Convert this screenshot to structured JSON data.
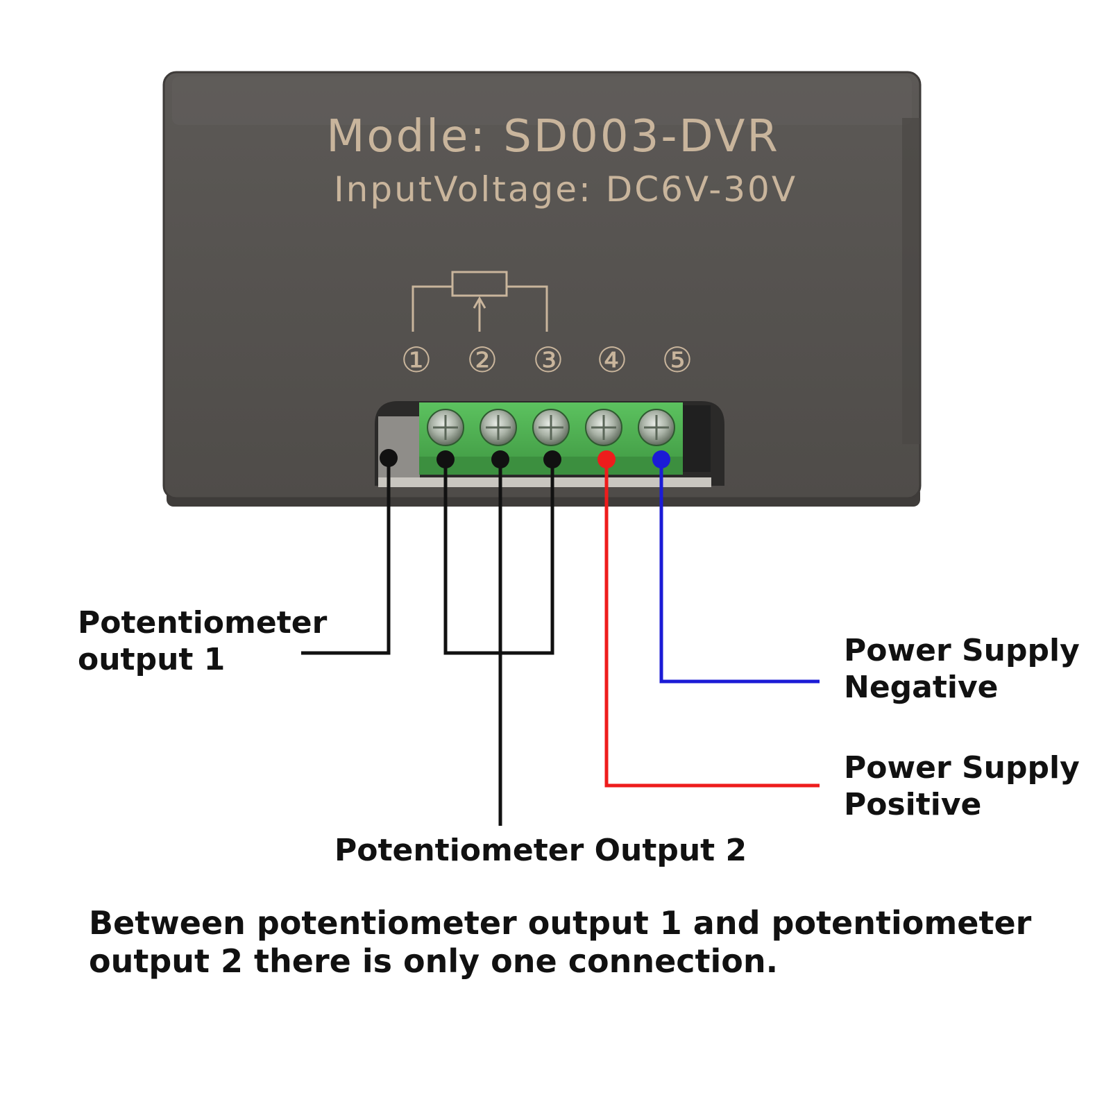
{
  "device": {
    "model_line": "Modle: SD003-DVR",
    "voltage_line": "InputVoltage: DC6V-30V",
    "terminal_numbers": [
      "①",
      "②",
      "③",
      "④",
      "⑤"
    ]
  },
  "labels": {
    "pot_output_1_line1": "Potentiometer",
    "pot_output_1_line2": "output 1",
    "pot_output_2": "Potentiometer Output 2",
    "psu_negative_line1": "Power Supply",
    "psu_negative_line2": "Negative",
    "psu_positive_line1": "Power Supply",
    "psu_positive_line2": "Positive"
  },
  "note": {
    "line1": "Between potentiometer output 1 and potentiometer",
    "line2": "output 2 there is only one connection."
  },
  "colors": {
    "housing": "#55524f",
    "housing_edge": "#3e3b39",
    "embossed_text": "#c9b59c",
    "terminal_block": "#4fae52",
    "wire_black": "#111111",
    "wire_red": "#ee1c1c",
    "wire_blue": "#1b1bd6"
  }
}
